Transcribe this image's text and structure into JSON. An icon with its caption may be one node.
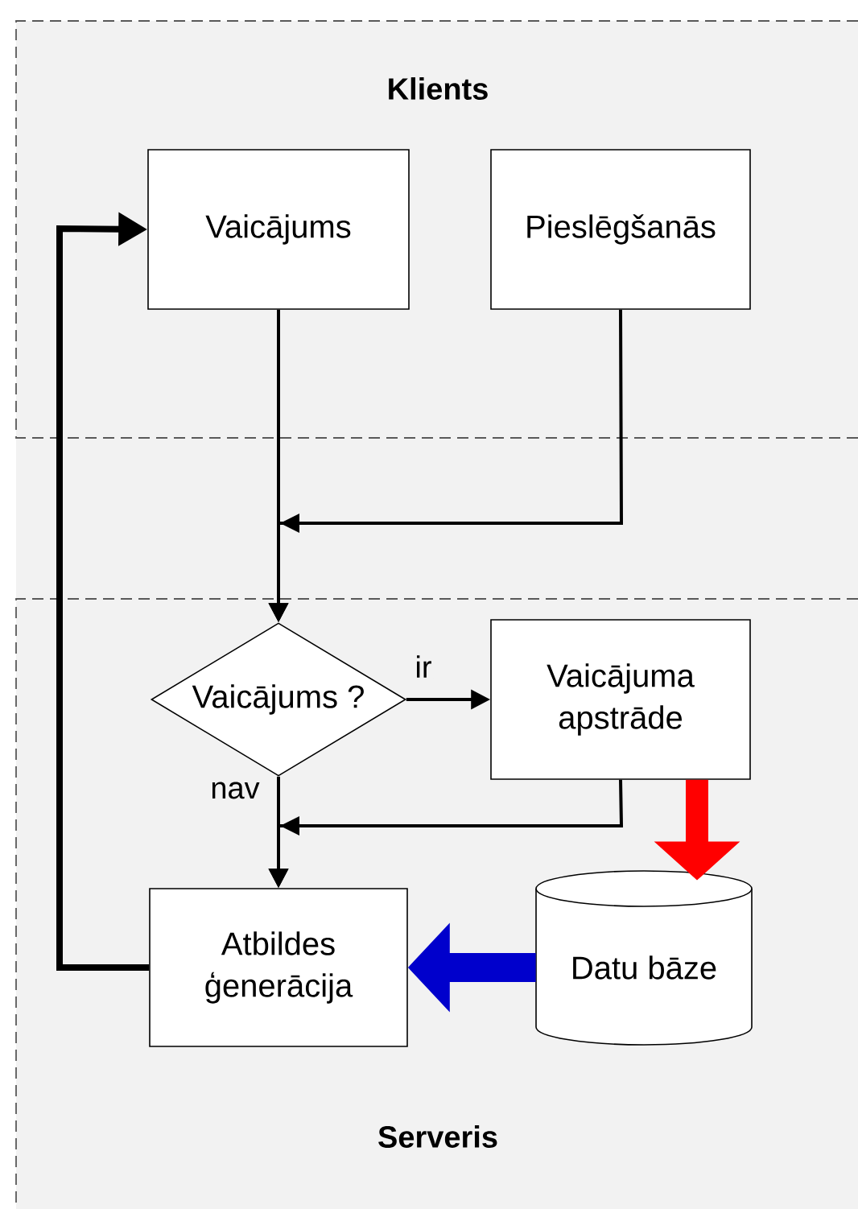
{
  "diagram": {
    "nodes": [
      {
        "text": [
          "Klients"
        ]
      },
      {
        "text": [
          "Vaicājums"
        ],
        "in": 0
      },
      {
        "text": [
          "Pieslēgšanās"
        ],
        "in": 0
      },
      {
        "text": [
          "Serveris"
        ]
      },
      {
        "text": [
          "Vaicājums ?"
        ],
        "in": 3
      },
      {
        "text": [
          "Vaicājuma apstrāde"
        ],
        "in": 3
      },
      {
        "text": [
          "Atbildes ģenerācija"
        ],
        "in": 3
      },
      {
        "text": [
          "Datu bāze"
        ],
        "in": 3
      }
    ],
    "edges": [
      {
        "from": 1,
        "to": 4,
        "arrow": "to"
      },
      {
        "from": 2,
        "to": 4,
        "arrow": "to"
      },
      {
        "from": 4,
        "to": 5,
        "arrow": "to",
        "label": "ir"
      },
      {
        "from": 4,
        "to": 6,
        "arrow": "to",
        "label": "nav"
      },
      {
        "from": 5,
        "to": 6,
        "arrow": "to"
      },
      {
        "from": 6,
        "to": 1,
        "arrow": "to",
        "style": "thick"
      },
      {
        "from": 5,
        "to": 7,
        "arrow": "to",
        "style": "thick",
        "color": "#ff0000"
      },
      {
        "from": 7,
        "to": 6,
        "arrow": "to",
        "style": "thick",
        "color": "#0000cc"
      }
    ]
  }
}
